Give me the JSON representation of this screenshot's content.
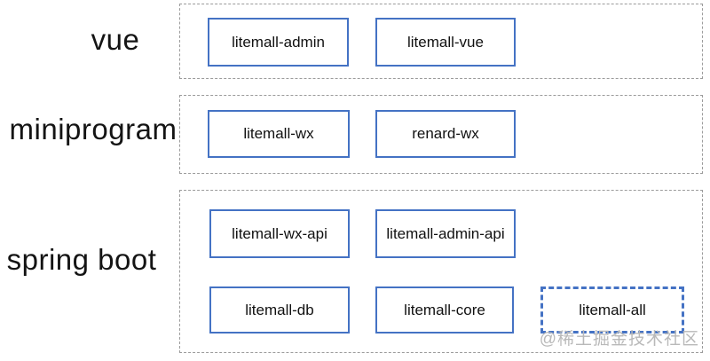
{
  "sections": [
    {
      "label": "vue",
      "rows": [
        [
          {
            "label": "litemall-admin",
            "border": "solid"
          },
          {
            "label": "litemall-vue",
            "border": "solid"
          }
        ]
      ]
    },
    {
      "label": "miniprogram",
      "rows": [
        [
          {
            "label": "litemall-wx",
            "border": "solid"
          },
          {
            "label": "renard-wx",
            "border": "solid"
          }
        ]
      ]
    },
    {
      "label": "spring boot",
      "rows": [
        [
          {
            "label": "litemall-wx-api",
            "border": "solid"
          },
          {
            "label": "litemall-admin-api",
            "border": "solid"
          }
        ],
        [
          {
            "label": "litemall-db",
            "border": "solid"
          },
          {
            "label": "litemall-core",
            "border": "solid"
          },
          {
            "label": "litemall-all",
            "border": "dashed"
          }
        ]
      ]
    }
  ],
  "watermark": "@稀土掘金技术社区",
  "colors": {
    "node_border_blue": "#4472c4",
    "group_border_gray": "#9b9b9b",
    "label_text": "#141414",
    "watermark_gray": "#b9b9b9",
    "background": "#ffffff"
  }
}
